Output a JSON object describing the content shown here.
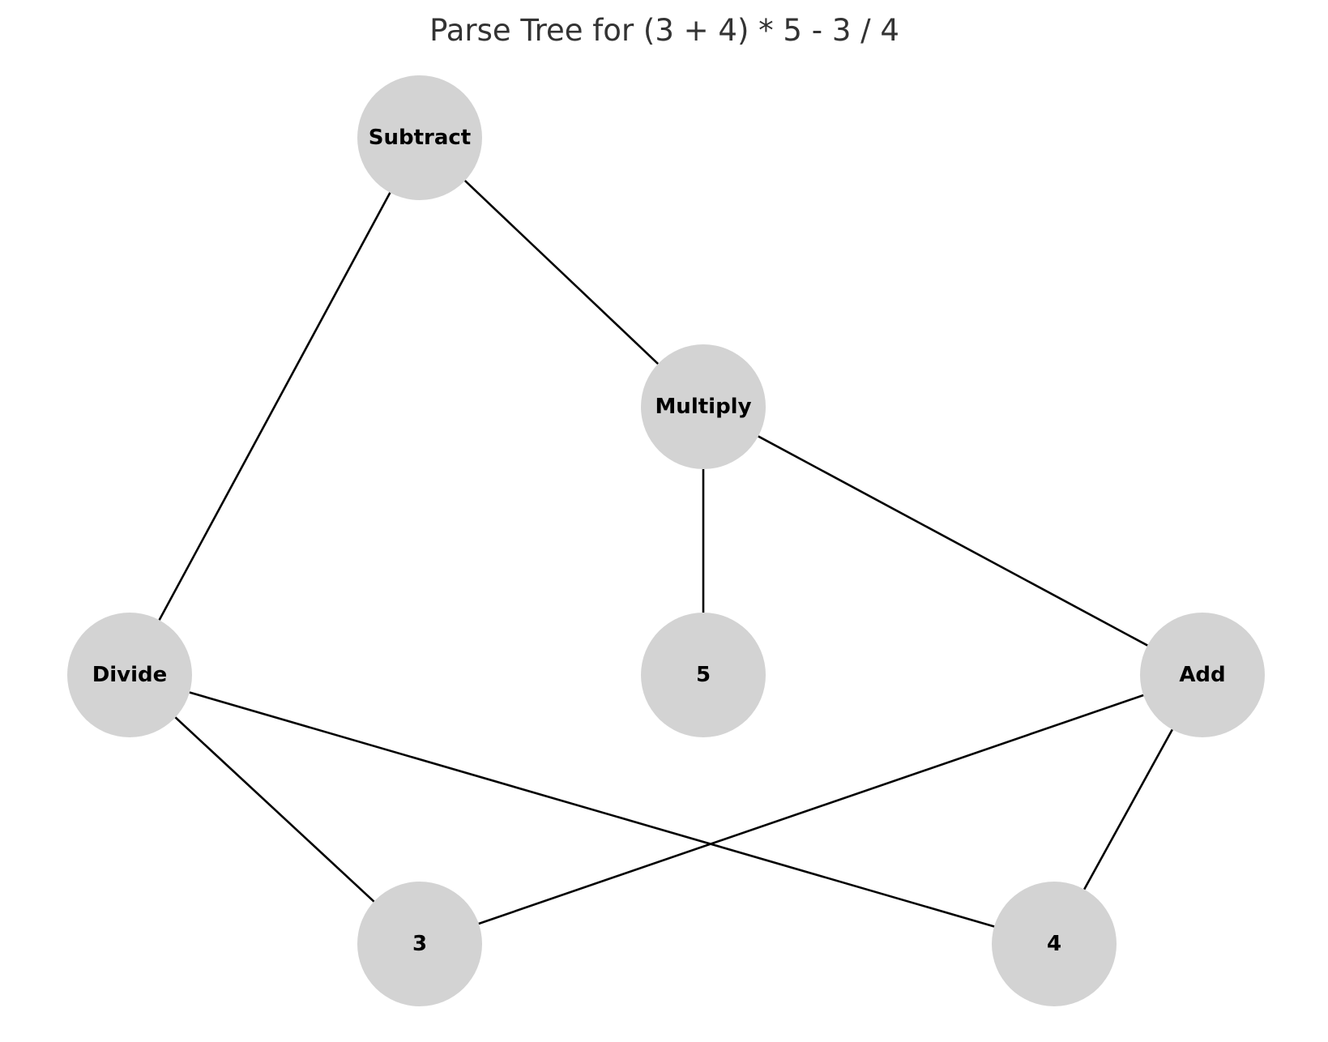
{
  "title": "Parse Tree for (3 + 4) * 5 - 3 / 4",
  "colors": {
    "node_fill": "#d3d3d3",
    "edge": "#000000",
    "label": "#000000",
    "title": "#333333",
    "background": "#ffffff"
  },
  "nodes": [
    {
      "id": "subtract",
      "label": "Subtract"
    },
    {
      "id": "multiply",
      "label": "Multiply"
    },
    {
      "id": "divide",
      "label": "Divide"
    },
    {
      "id": "five",
      "label": "5"
    },
    {
      "id": "add",
      "label": "Add"
    },
    {
      "id": "three",
      "label": "3"
    },
    {
      "id": "four",
      "label": "4"
    }
  ],
  "edges": [
    {
      "from": "subtract",
      "to": "multiply"
    },
    {
      "from": "subtract",
      "to": "divide"
    },
    {
      "from": "multiply",
      "to": "five"
    },
    {
      "from": "multiply",
      "to": "add"
    },
    {
      "from": "divide",
      "to": "three"
    },
    {
      "from": "divide",
      "to": "four"
    },
    {
      "from": "add",
      "to": "three"
    },
    {
      "from": "add",
      "to": "four"
    }
  ]
}
